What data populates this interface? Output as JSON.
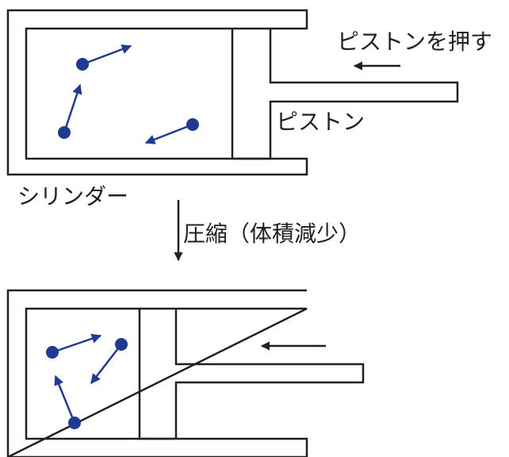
{
  "labels": {
    "push_piston": "ピストンを押す",
    "piston": "ピストン",
    "cylinder": "シリンダー",
    "compression": "圧縮（体積減少）"
  },
  "colors": {
    "line": "#231f20",
    "molecule": "#1f3a93"
  },
  "states": [
    {
      "name": "before-compression",
      "molecule_count": 3
    },
    {
      "name": "after-compression",
      "molecule_count": 3
    }
  ]
}
